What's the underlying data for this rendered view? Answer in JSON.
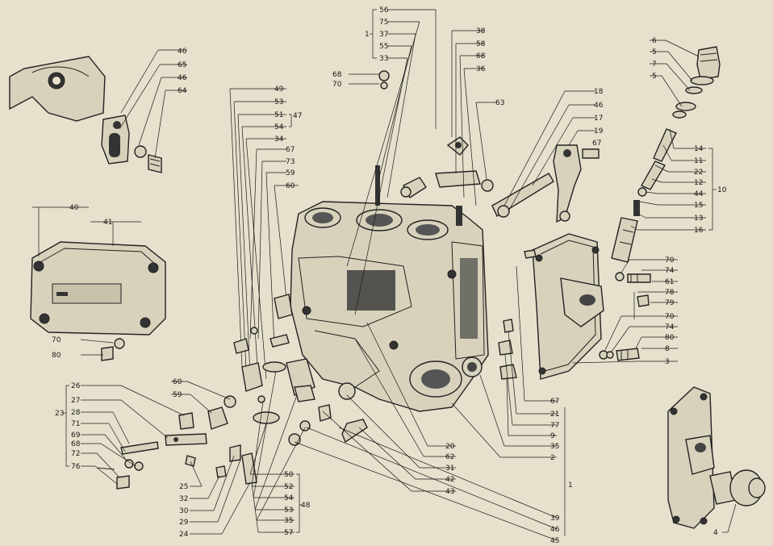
{
  "callouts": {
    "top_group": [
      "56",
      "75",
      "37",
      "55",
      "33"
    ],
    "group1_label": "1",
    "c68a": "68",
    "c70a": "70",
    "c38": "38",
    "c58": "58",
    "c68b": "68",
    "c36": "36",
    "c63": "63",
    "left_inset": [
      "46",
      "65",
      "46",
      "64"
    ],
    "left_top": [
      "49",
      "53",
      "51",
      "54",
      "34",
      "67",
      "73",
      "59",
      "60"
    ],
    "group47": "47",
    "right_mid": [
      "18",
      "46",
      "17",
      "19"
    ],
    "c67a": "67",
    "right_top": [
      "6",
      "5",
      "7",
      "5"
    ],
    "right_col": [
      "14",
      "11",
      "22",
      "12",
      "44",
      "15",
      "13",
      "16"
    ],
    "group10": "10",
    "cover_left": [
      "40",
      "41"
    ],
    "c70b": "70",
    "c80a": "80",
    "right_low": [
      "70",
      "74",
      "61",
      "78",
      "79",
      "70",
      "74",
      "80",
      "8",
      "3"
    ],
    "left_bottom": [
      "26",
      "27",
      "28",
      "71",
      "69",
      "68",
      "72",
      "76"
    ],
    "group23": "23",
    "c60b": "60",
    "c59b": "59",
    "lower_left_col": [
      "25",
      "32",
      "30",
      "29",
      "24"
    ],
    "lower_center": [
      "50",
      "52",
      "54",
      "53",
      "35",
      "57"
    ],
    "group48": "48",
    "center_bottom": [
      "20",
      "62",
      "31",
      "42",
      "43"
    ],
    "right_center": [
      "67",
      "21",
      "77",
      "9",
      "35",
      "2"
    ],
    "group1b": "1",
    "bottom_right": [
      "39",
      "46",
      "45"
    ],
    "c4": "4"
  }
}
